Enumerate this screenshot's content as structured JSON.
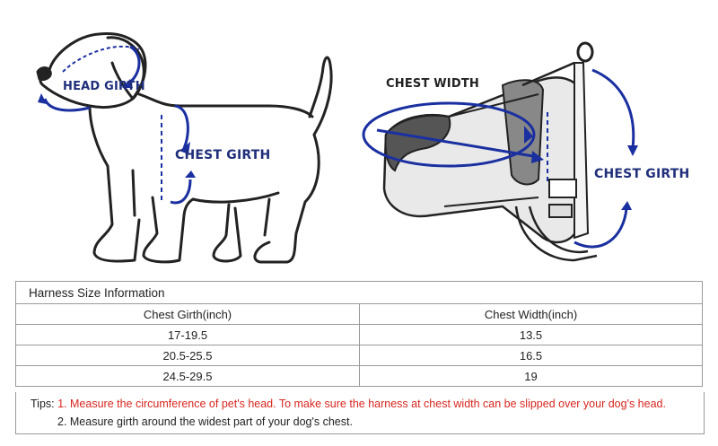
{
  "labels": {
    "head_girth": "HEAD GIRTH",
    "chest_girth_dog": "CHEST GIRTH",
    "chest_width": "CHEST WIDTH",
    "chest_girth_harness": "CHEST GIRTH"
  },
  "table": {
    "title": "Harness Size Information",
    "headers": [
      "Chest Girth(inch)",
      "Chest Width(inch)"
    ],
    "rows": [
      {
        "girth": "17-19.5",
        "width": "13.5"
      },
      {
        "girth": "20.5-25.5",
        "width": "16.5"
      },
      {
        "girth": "24.5-29.5",
        "width": "19"
      }
    ]
  },
  "tips": {
    "prefix": "Tips: ",
    "tip1": "1. Measure the circumference of pet's head. To make sure the harness at chest width can be slipped over your dog's head.",
    "tip2": "2. Measure girth around the widest part of your dog's chest."
  },
  "colors": {
    "label_blue": "#1f2f7a",
    "arrow_blue": "#1a2fa0",
    "tip_red": "#d8261f"
  }
}
